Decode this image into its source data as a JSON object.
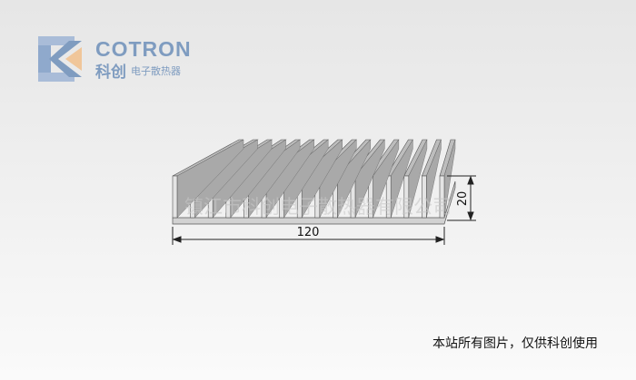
{
  "logo": {
    "brand_en": "COTRON",
    "brand_cn": "科创",
    "brand_sub": "电子散热器",
    "color": "#7f9cc0",
    "accent": "#f0c69a"
  },
  "drawing": {
    "fin_count": 16,
    "width_label": "120",
    "height_label": "20",
    "watermark": "镇江市科创电子散热器有限公司"
  },
  "notice": "本站所有图片，仅供科创使用"
}
